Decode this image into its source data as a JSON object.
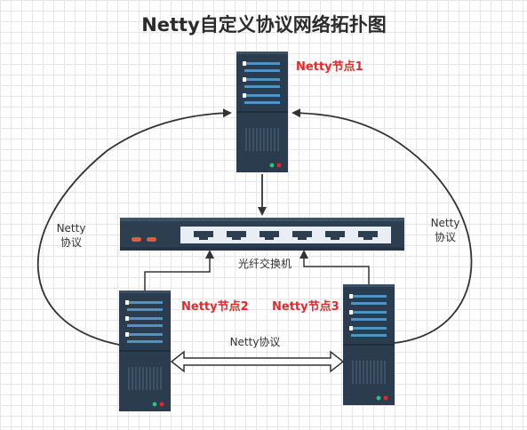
{
  "title": "Netty自定义协议网络拓扑图",
  "nodes": {
    "node1": "Netty节点1",
    "node2": "Netty节点2",
    "node3": "Netty节点3"
  },
  "switch_label": "光纤交换机",
  "protocol": {
    "left_line1": "Netty",
    "left_line2": "协议",
    "right_line1": "Netty",
    "right_line2": "协议",
    "center": "Netty协议"
  },
  "colors": {
    "server_body": "#2a3c4d",
    "server_slot": "#4e93c4",
    "label_red": "#e8272b",
    "switch_body": "#2d3e51",
    "port_panel": "#e9eef4",
    "switch_led": "#e8593c"
  }
}
